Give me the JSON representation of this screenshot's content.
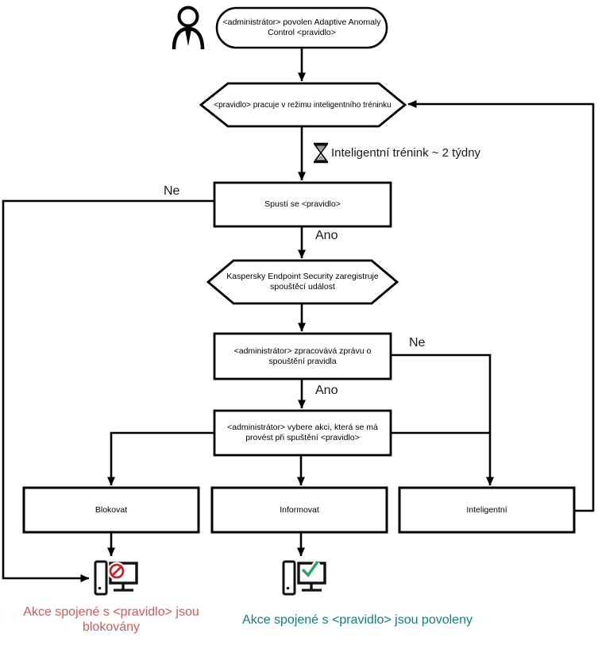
{
  "nodes": {
    "start": "<administrátor> povolen Adaptive Anomaly\nControl <pravidlo>",
    "training_mode": "<pravidlo> pracuje v režimu inteligentního tréninku",
    "rule_triggered": "Spustí se <pravidlo>",
    "kes_registers": "Kaspersky Endpoint Security zaregistruje\nspouštěcí událost",
    "admin_processes": "<administrátor> zpracovává zprávu o\nspouštění pravidla",
    "admin_selects": "<administrátor> vybere akci, která se má\nprovést při spuštění <pravidlo>",
    "action_block": "Blokovat",
    "action_inform": "Informovat",
    "action_smart": "Inteligentní"
  },
  "edge_labels": {
    "ne_top": "Ne",
    "ano_top": "Ano",
    "ne_right": "Ne",
    "ano_bottom": "Ano"
  },
  "annotations": {
    "training_duration": "Inteligentní trénink ~ 2 týdny",
    "outcome_blocked": "Akce spojené s <pravidlo> jsou\nblokovány",
    "outcome_allowed": "Akce spojené s <pravidlo> jsou povoleny"
  },
  "colors": {
    "outcome_blocked_text": "#CD5B5B",
    "outcome_allowed_text": "#0F7F82",
    "blocked_symbol": "#CC2027",
    "allowed_symbol": "#27A265",
    "line": "#000000"
  },
  "icons": {
    "person": "person-outline-figure",
    "hourglass": "⌛",
    "blocked_overlay": "🚫",
    "allowed_overlay": "✓"
  }
}
